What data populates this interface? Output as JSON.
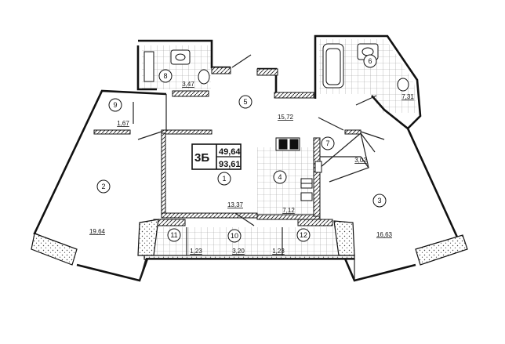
{
  "apartment": {
    "type_code": "3Б",
    "living_area": "49,64",
    "total_area": "93,61"
  },
  "rooms": [
    {
      "number": "1",
      "area": "13,37"
    },
    {
      "number": "2",
      "area": "19,64"
    },
    {
      "number": "3",
      "area": "16,63"
    },
    {
      "number": "4",
      "area": "7,12"
    },
    {
      "number": "5",
      "area": "15,72"
    },
    {
      "number": "6",
      "area": "7,31"
    },
    {
      "number": "7",
      "area": "3,02"
    },
    {
      "number": "8",
      "area": "3,47"
    },
    {
      "number": "9",
      "area": "1,67"
    },
    {
      "number": "10",
      "area": "3,20"
    },
    {
      "number": "11",
      "area": "1,23"
    },
    {
      "number": "12",
      "area": "1,23"
    }
  ]
}
